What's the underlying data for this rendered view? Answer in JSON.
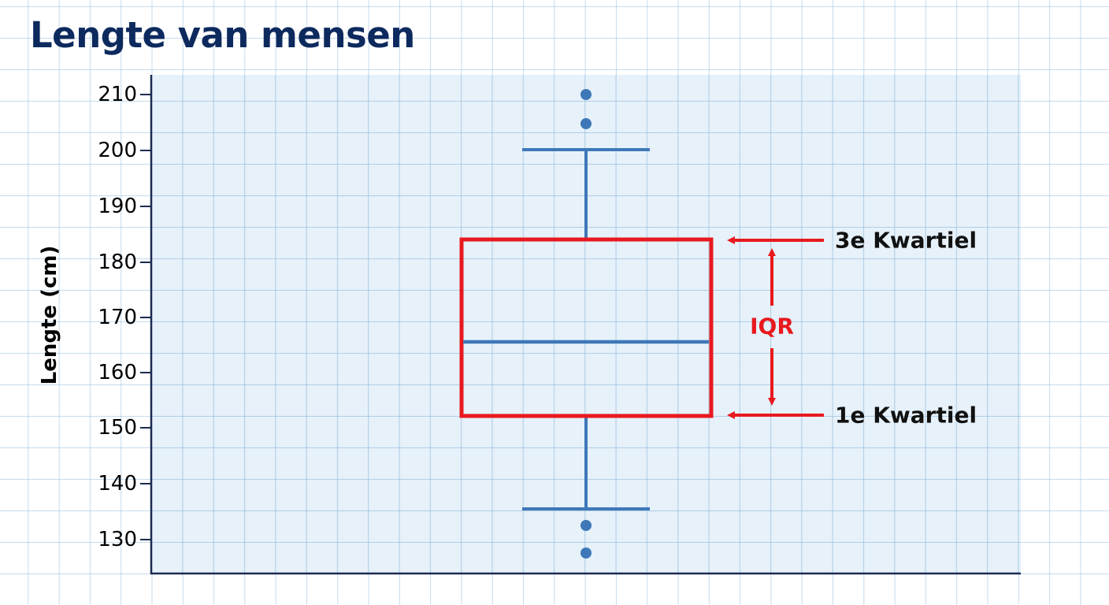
{
  "title": "Lengte van mensen",
  "colors": {
    "title": "#0d2a5e",
    "box_outline": "#e8191e",
    "whisker": "#3e78b8",
    "annotation_arrow": "#e8191e",
    "axis": "#1b2b50",
    "plot_bg": "#dfecf8"
  },
  "y_axis": {
    "label": "Lengte (cm)",
    "ticks": [
      "210",
      "200",
      "190",
      "180",
      "170",
      "160",
      "150",
      "140",
      "130"
    ]
  },
  "annotations": {
    "q3_label": "3e Kwartiel",
    "q1_label": "1e Kwartiel",
    "iqr_label": "IQR"
  },
  "chart_data": {
    "type": "box",
    "title": "Lengte van mensen",
    "xlabel": "",
    "ylabel": "Lengte (cm)",
    "ylim": [
      125,
      213
    ],
    "yticks": [
      130,
      140,
      150,
      160,
      170,
      180,
      190,
      200,
      210
    ],
    "grid": true,
    "legend": null,
    "series": [
      {
        "name": "Lengte",
        "whisker_low": 135.5,
        "q1": 152,
        "median": 165.5,
        "q3": 184,
        "whisker_high": 200,
        "outliers": [
          210,
          205,
          132.5,
          127.5
        ]
      }
    ],
    "annotations": [
      {
        "text": "3e Kwartiel",
        "points_to": "q3",
        "value": 184
      },
      {
        "text": "1e Kwartiel",
        "points_to": "q1",
        "value": 152
      },
      {
        "text": "IQR",
        "spans": [
          "q1",
          "q3"
        ],
        "value": 32
      }
    ]
  }
}
